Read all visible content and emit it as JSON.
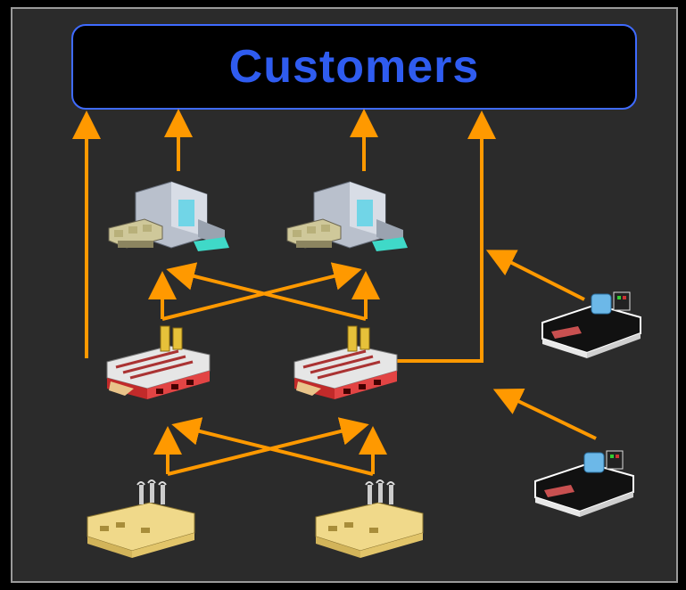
{
  "title": "Customers",
  "colors": {
    "background": "#2b2b2b",
    "arrow": "#ff9900",
    "title_text": "#2f5cf0",
    "title_border": "#3f6bff"
  },
  "nodes": [
    {
      "id": "warehouse-left",
      "kind": "warehouse-icon"
    },
    {
      "id": "warehouse-right",
      "kind": "warehouse-icon"
    },
    {
      "id": "plant-left",
      "kind": "factory-icon"
    },
    {
      "id": "plant-right",
      "kind": "factory-icon"
    },
    {
      "id": "supplier-left",
      "kind": "supplier-factory-icon"
    },
    {
      "id": "supplier-right",
      "kind": "supplier-factory-icon"
    },
    {
      "id": "machine-upper",
      "kind": "machine-icon"
    },
    {
      "id": "machine-lower",
      "kind": "machine-icon"
    }
  ]
}
